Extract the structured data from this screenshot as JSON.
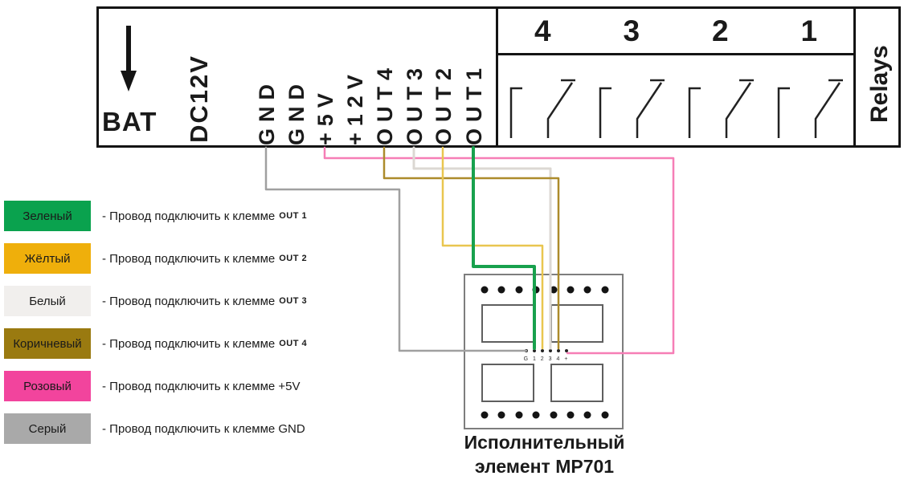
{
  "terminal_block": {
    "bat_label": "BAT",
    "dc_label": "DC12V",
    "pins": [
      "GND",
      "GND",
      "+5V",
      "+12V",
      "OUT4",
      "OUT3",
      "OUT2",
      "OUT1"
    ],
    "relay_numbers": [
      "4",
      "3",
      "2",
      "1"
    ],
    "relays_label": "Relays"
  },
  "legend": {
    "items": [
      {
        "color_name": "Зеленый",
        "hex": "#0aa24e",
        "description": "- Провод подключить к клемме",
        "terminal": "OUT 1"
      },
      {
        "color_name": "Жёлтый",
        "hex": "#efaf0b",
        "description": "- Провод подключить к клемме",
        "terminal": "OUT 2"
      },
      {
        "color_name": "Белый",
        "hex": "#f1efed",
        "description": "- Провод подключить к клемме",
        "terminal": "OUT 3"
      },
      {
        "color_name": "Коричневый",
        "hex": "#9a7a10",
        "description": "- Провод подключить к клемме",
        "terminal": "OUT 4"
      },
      {
        "color_name": "Розовый",
        "hex": "#f2449d",
        "description": "- Провод подключить к клемме +5V",
        "terminal": ""
      },
      {
        "color_name": "Серый",
        "hex": "#a9a9a9",
        "description": "- Провод подключить к клемме GND",
        "terminal": ""
      }
    ]
  },
  "board": {
    "title": "Исполнительный элемент MP701",
    "pin_labels": "G 1 2 3 4 +"
  },
  "wires": {
    "green": "#18a14d",
    "yellow": "#e9c64f",
    "white": "#dcd8d3",
    "brown": "#ac8b2b",
    "pink": "#f67eb6",
    "gray": "#a0a0a0"
  }
}
